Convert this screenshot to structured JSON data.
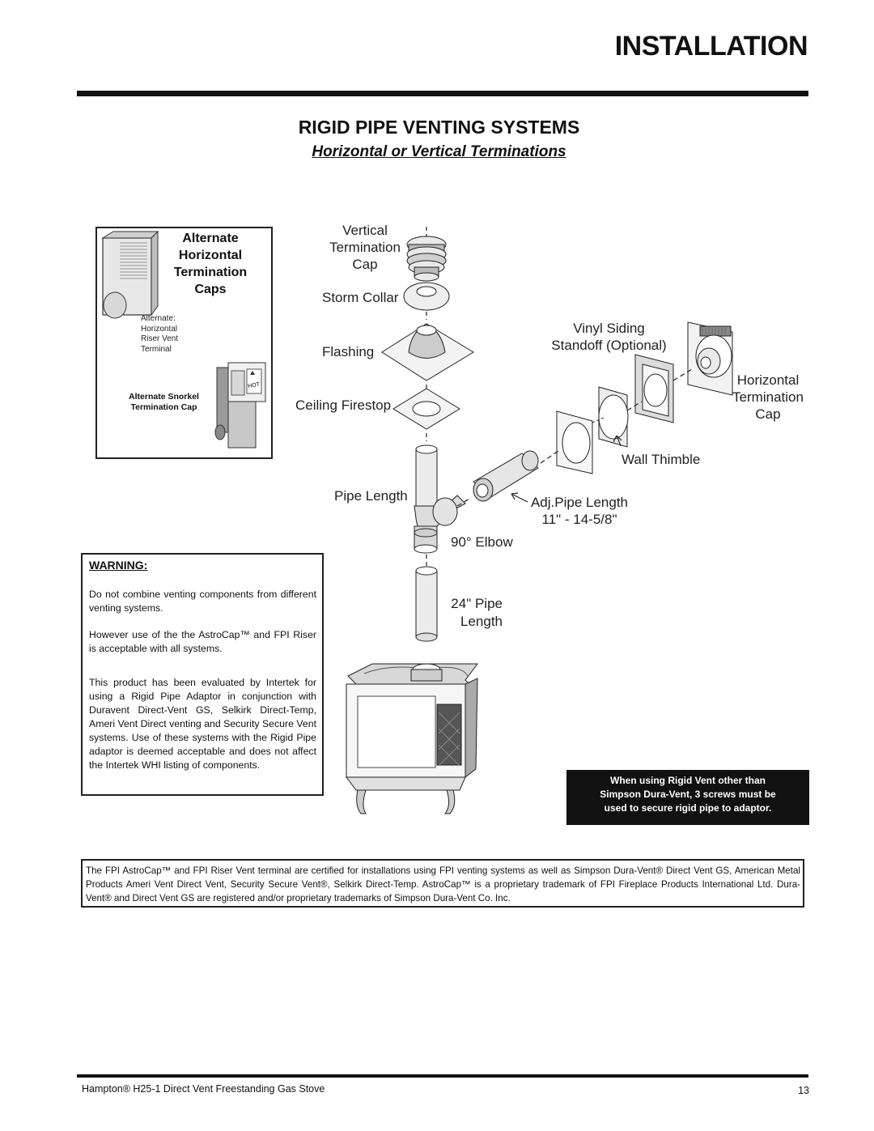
{
  "header": {
    "title": "INSTALLATION"
  },
  "section": {
    "title": "RIGID PIPE VENTING SYSTEMS",
    "subtitle": "Horizontal or Vertical Terminations"
  },
  "inset": {
    "title_lines": [
      "Alternate",
      "Horizontal",
      "Termination",
      "Caps"
    ],
    "riser_label_lines": [
      "Alternate:",
      "Horizontal",
      "Riser Vent",
      "Terminal"
    ],
    "snorkel_label_lines": [
      "Alternate Snorkel",
      "Termination Cap"
    ],
    "hot_text": "HOT"
  },
  "diagram": {
    "vertical_cap_lines": [
      "Vertical",
      "Termination",
      "Cap"
    ],
    "storm_collar": "Storm Collar",
    "flashing": "Flashing",
    "ceiling_firestop": "Ceiling Firestop",
    "pipe_length": "Pipe Length",
    "elbow": "90° Elbow",
    "pipe24_lines": [
      "24\" Pipe",
      "Length"
    ],
    "vinyl_lines": [
      "Vinyl Siding",
      "Standoff (Optional)"
    ],
    "horizontal_cap_lines": [
      "Horizontal",
      "Termination",
      "Cap"
    ],
    "wall_thimble": "Wall Thimble",
    "adj_pipe_lines": [
      "Adj.Pipe Length",
      "11\" - 14-5/8\""
    ]
  },
  "warning": {
    "heading": "WARNING:",
    "p1": "Do not combine venting components from different venting systems.",
    "p2": "However use of the the AstroCap™ and FPI Riser is acceptable with all systems.",
    "p3": "This product has been evaluated by Intertek for using a Rigid Pipe Adaptor in conjunction with Duravent Direct-Vent GS, Selkirk Direct-Temp, Ameri Vent Direct venting and Security Secure Vent systems. Use of these systems with the Rigid Pipe adaptor is deemed acceptable and does not affect the Intertek WHI listing of components."
  },
  "note": {
    "lines": [
      "When using Rigid Vent other than",
      "Simpson Dura-Vent, 3 screws must be",
      "used to secure rigid pipe to adaptor."
    ]
  },
  "certification": {
    "text": "The FPI AstroCap™ and FPI Riser Vent terminal are certified for installations using FPI venting systems as well as Simpson Dura-Vent® Direct Vent GS, American Metal Products Ameri Vent Direct Vent, Security Secure Vent®, Selkirk Direct-Temp. AstroCap™ is a proprietary trademark of FPI Fireplace Products International Ltd. Dura-Vent® and Direct Vent GS are registered and/or proprietary trademarks of Simpson Dura-Vent Co. Inc."
  },
  "footer": {
    "left": "Hampton® H25-1 Direct Vent Freestanding Gas Stove",
    "page": "13"
  }
}
